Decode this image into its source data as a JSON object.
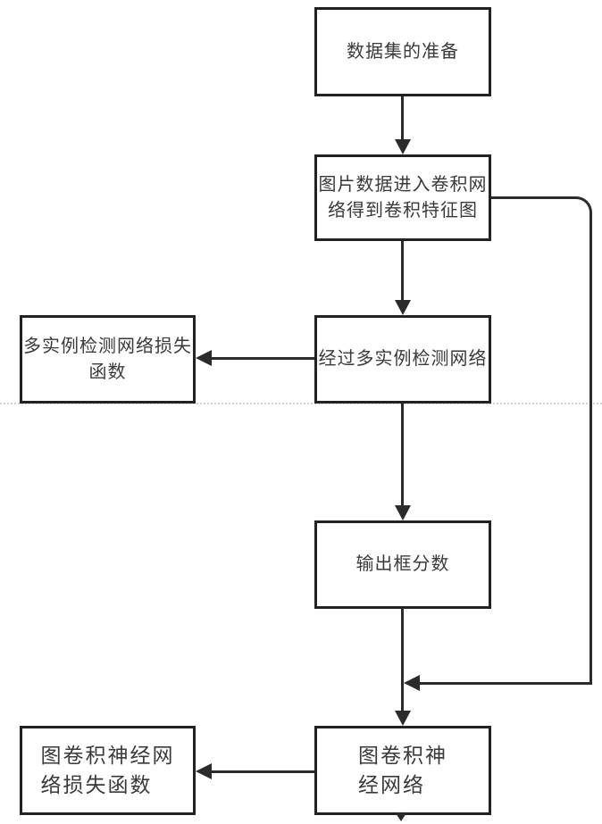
{
  "diagram": {
    "background_color": "#ffffff",
    "line_color": "#2b2b2b",
    "box_border_color": "#222222",
    "text_color": "#3a3a3a",
    "divider_color": "#d2d2d2",
    "nodes": {
      "dataset_preparation": {
        "label": "数据集的准备"
      },
      "conv_feature_map": {
        "label": "图片数据进入卷积网\n络得到卷积特征图"
      },
      "mil_detection_network": {
        "label": "经过多实例检测网络"
      },
      "mil_loss_function": {
        "label": "多实例检测网络损失\n函数"
      },
      "output_box_scores": {
        "label": "输出框分数"
      },
      "graph_conv_network": {
        "label": "图卷积神\n经网络"
      },
      "graph_conv_loss_function": {
        "label": "图卷积神经网\n络损失函数"
      }
    },
    "edges": [
      "dataset_preparation -> conv_feature_map",
      "conv_feature_map -> mil_detection_network",
      "mil_detection_network -> mil_loss_function",
      "mil_detection_network -> output_box_scores",
      "output_box_scores -> graph_conv_network",
      "conv_feature_map -> graph_conv_network (right bypass elbow)",
      "graph_conv_network -> graph_conv_loss_function"
    ]
  }
}
